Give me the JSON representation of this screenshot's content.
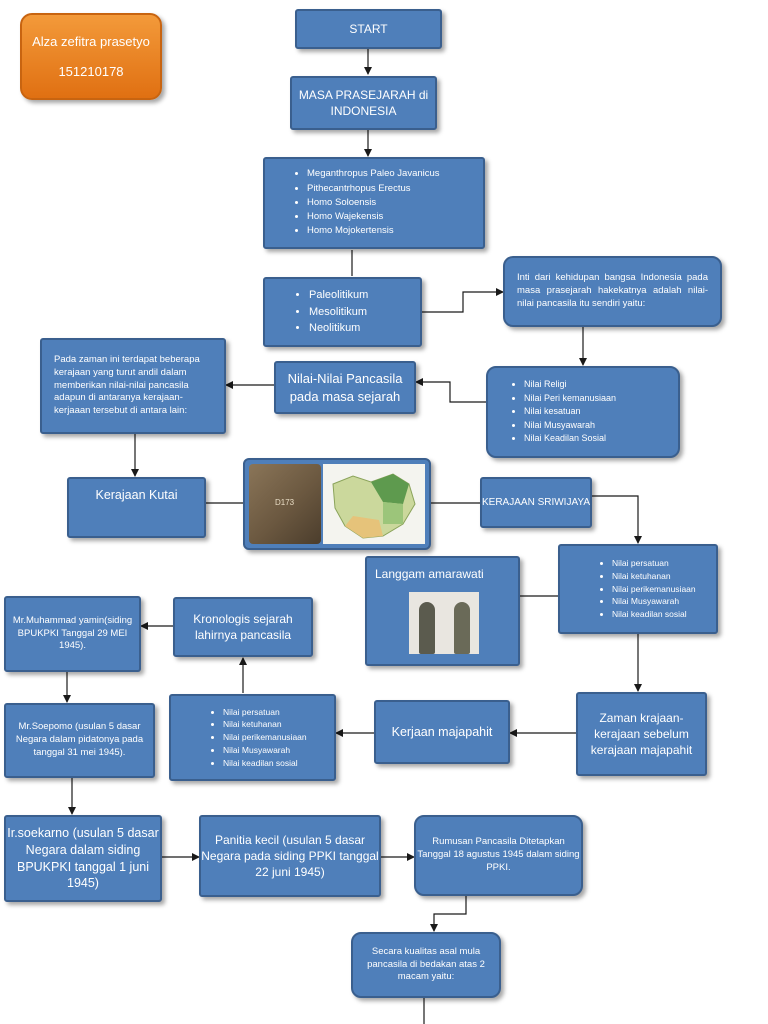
{
  "author": {
    "name": "Alza zefitra prasetyo",
    "nim": "151210178"
  },
  "start": "START",
  "masa": "MASA PRASEJARAH di INDONESIA",
  "species": [
    "Meganthropus Paleo Javanicus",
    "Pithecantrhopus Erectus",
    "Homo Soloensis",
    "Homo Wajekensis",
    "Homo Mojokertensis"
  ],
  "periods": [
    "Paleolitikum",
    "Mesolitikum",
    "Neolitikum"
  ],
  "inti": "Inti dari kehidupan bangsa Indonesia pada masa prasejarah hakekatnya adalah nilai-nilai pancasila itu sendiri yaitu:",
  "nilai1": [
    "Nilai Religi",
    "Nilai Peri kemanusiaan",
    "Nilai kesatuan",
    "Nilai Musyawarah",
    "Nilai Keadilan Sosial"
  ],
  "nilai_pancasila": "Nilai-Nilai Pancasila pada masa sejarah",
  "pada_zaman": "Pada zaman ini terdapat beberapa kerajaan yang turut andil dalam memberikan nilai-nilai pancasila adapun di antaranya kerajaan-kerjaaan tersebut di antara lain:",
  "kutai": "Kerajaan Kutai",
  "sriwijaya": "KERAJAAN SRIWIJAYA",
  "nilai2": [
    "Nilai persatuan",
    "Nilai ketuhanan",
    "Nilai perikemanusiaan",
    "Nilai Musyawarah",
    "Nilai keadilan sosial"
  ],
  "langgam": "Langgam amarawati",
  "zaman_kerajaan": "Zaman krajaan-kerajaan sebelum kerajaan majapahit",
  "majapahit": "Kerjaan majapahit",
  "nilai3": [
    "Nilai persatuan",
    "Nilai ketuhanan",
    "Nilai perikemanusiaan",
    "Nilai Musyawarah",
    "Nilai keadilan sosial"
  ],
  "kronologis": "Kronologis sejarah lahirnya pancasila",
  "yamin": "Mr.Muhammad yamin(siding BPUKPKI Tanggal 29 MEI 1945).",
  "soepomo": "Mr.Soepomo (usulan 5 dasar Negara dalam pidatonya pada tanggal 31 mei 1945).",
  "soekarno": "Ir.soekarno (usulan 5 dasar Negara dalam siding BPUKPKI tanggal 1 juni 1945)",
  "panitia": "Panitia kecil (usulan 5 dasar Negara pada siding PPKI tanggal 22 juni 1945)",
  "rumusan": "Rumusan Pancasila Ditetapkan Tanggal 18 agustus 1945 dalam siding PPKI.",
  "kualitas": "Secara kualitas asal mula pancasila di bedakan atas 2 macam yaitu:",
  "stone_inscription": "D173",
  "colors": {
    "box": "#4f7fba",
    "border": "#3a5f8e",
    "orange": "#e9821f"
  }
}
